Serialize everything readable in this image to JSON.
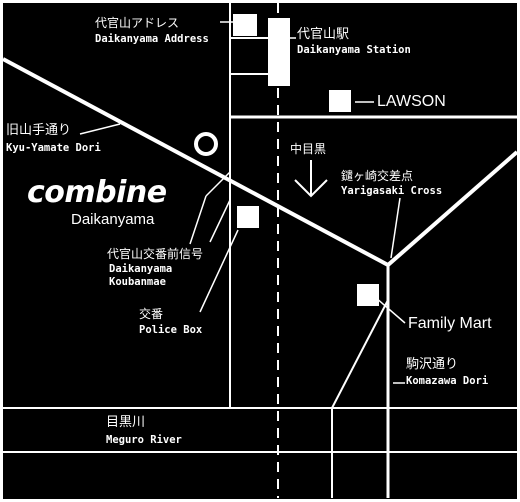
{
  "logo": {
    "name": "combine",
    "area": "Daikanyama"
  },
  "labels": {
    "address_jp": "代官山アドレス",
    "address_en": "Daikanyama Address",
    "station_jp": "代官山駅",
    "station_en": "Daikanyama Station",
    "lawson": "LAWSON",
    "kyu_jp": "旧山手通り",
    "kyu_en": "Kyu-Yamate Dori",
    "nakameguro": "中目黒",
    "yarigasaki_jp": "鑓ヶ崎交差点",
    "yarigasaki_en": "Yarigasaki Cross",
    "kouban_signal_jp": "代官山交番前信号",
    "kouban_signal_en1": "Daikanyama",
    "kouban_signal_en2": "Koubanmae",
    "police_jp": "交番",
    "police_en": "Police Box",
    "family_mart": "Family Mart",
    "komazawa_jp": "駒沢通り",
    "komazawa_en": "Komazawa Dori",
    "meguro_jp": "目黒川",
    "meguro_en": "Meguro River"
  },
  "colors": {
    "background": "#000000",
    "lines": "#ffffff"
  }
}
